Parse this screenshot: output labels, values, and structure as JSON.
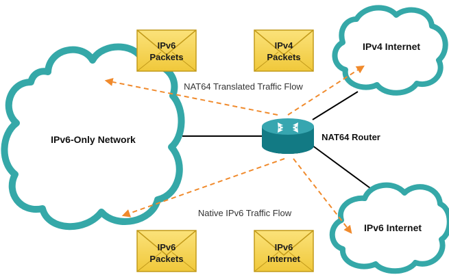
{
  "colors": {
    "cloud_stroke": "#35a8a8",
    "cloud_fill": "#ffffff",
    "flow_arrow": "#f08a2c",
    "link_line": "#000000",
    "envelope_fill": "#f6d650",
    "envelope_stroke": "#c29a1a",
    "router_body": "#0f6f78",
    "router_top": "#37a6b0"
  },
  "clouds": {
    "ipv6_only": {
      "label": "IPv6-Only Network"
    },
    "ipv4_internet": {
      "label": "IPv4 Internet"
    },
    "ipv6_internet": {
      "label": "IPv6 Internet"
    }
  },
  "router": {
    "label": "NAT64 Router",
    "icon": "router-icon"
  },
  "flows": {
    "translated": "NAT64 Translated Traffic Flow",
    "native": "Native IPv6 Traffic Flow"
  },
  "envelopes": {
    "top_left": {
      "line1": "IPv6",
      "line2": "Packets"
    },
    "top_right": {
      "line1": "IPv4",
      "line2": "Packets"
    },
    "bottom_left": {
      "line1": "IPv6",
      "line2": "Packets"
    },
    "bottom_right": {
      "line1": "IPv6",
      "line2": "Internet"
    }
  }
}
